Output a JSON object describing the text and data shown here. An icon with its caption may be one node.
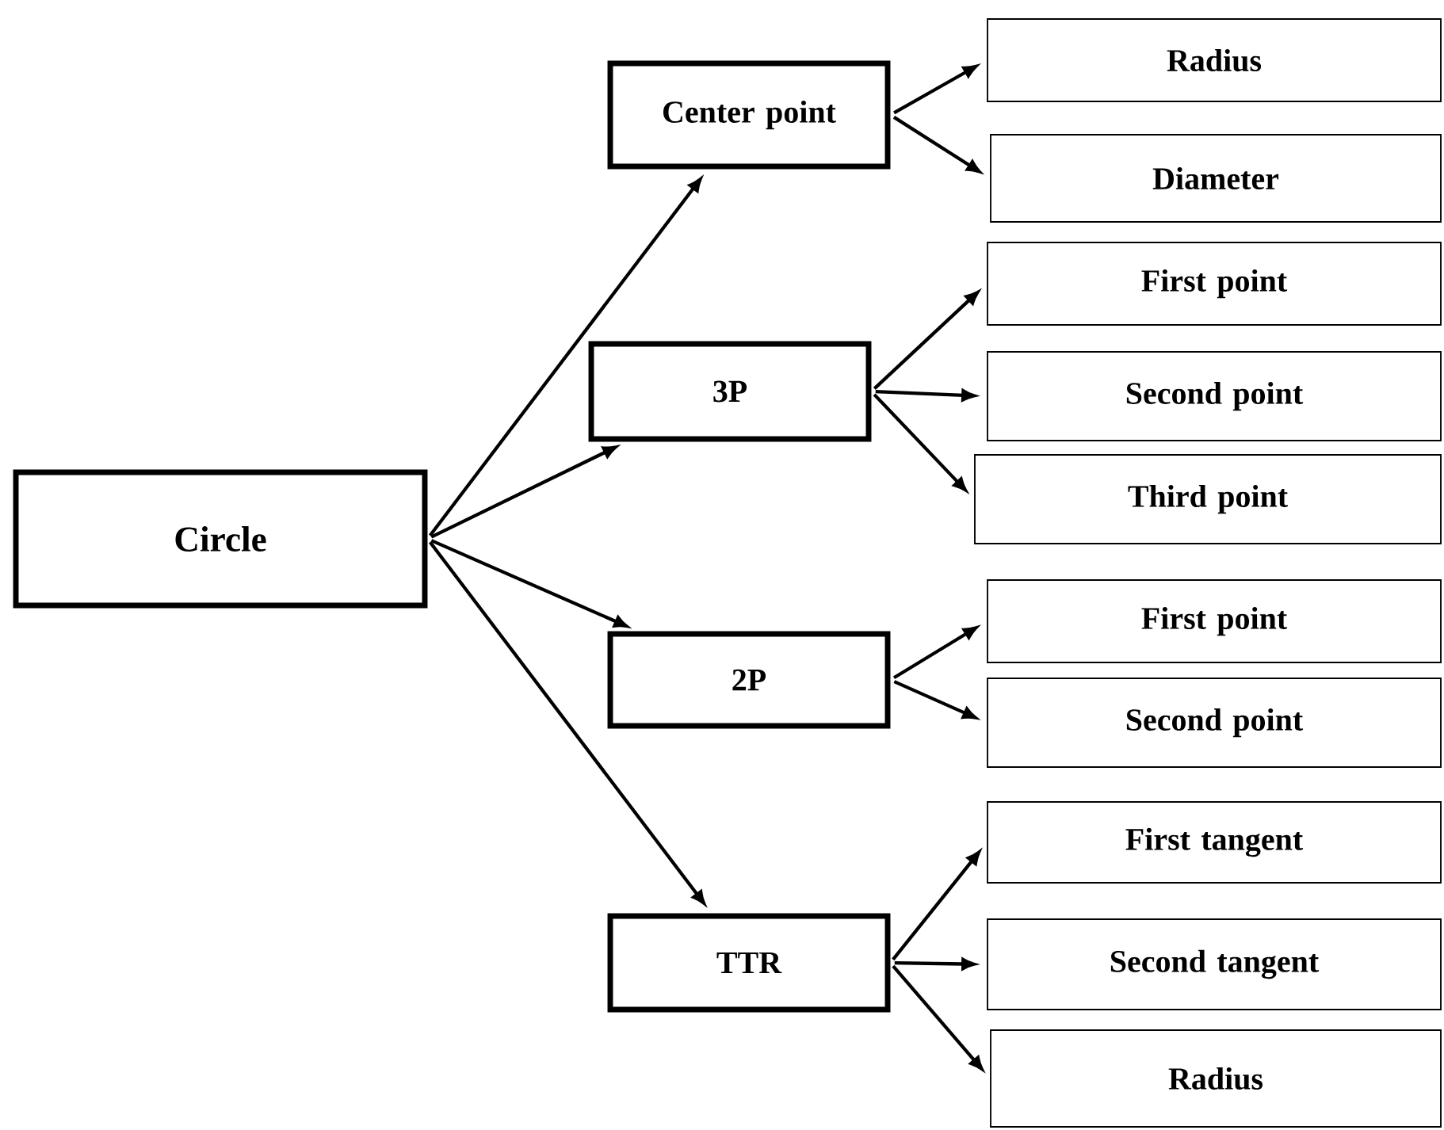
{
  "diagram": {
    "nodes": [
      {
        "text": [
          "Circle"
        ]
      },
      {
        "text": [
          "Center point"
        ]
      },
      {
        "text": [
          "3P"
        ]
      },
      {
        "text": [
          "2P"
        ]
      },
      {
        "text": [
          "TTR"
        ]
      },
      {
        "text": [
          "Radius"
        ]
      },
      {
        "text": [
          "Diameter"
        ]
      },
      {
        "text": [
          "First point"
        ]
      },
      {
        "text": [
          "Second point"
        ]
      },
      {
        "text": [
          "Third point"
        ]
      },
      {
        "text": [
          "First point"
        ]
      },
      {
        "text": [
          "Second point"
        ]
      },
      {
        "text": [
          "First tangent"
        ]
      },
      {
        "text": [
          "Second tangent"
        ]
      },
      {
        "text": [
          "Radius"
        ]
      }
    ],
    "edges": [
      {
        "from": 0,
        "to": 1,
        "arrow": "to"
      },
      {
        "from": 0,
        "to": 2,
        "arrow": "to"
      },
      {
        "from": 0,
        "to": 3,
        "arrow": "to"
      },
      {
        "from": 0,
        "to": 4,
        "arrow": "to"
      },
      {
        "from": 1,
        "to": 5,
        "arrow": "to"
      },
      {
        "from": 1,
        "to": 6,
        "arrow": "to"
      },
      {
        "from": 2,
        "to": 7,
        "arrow": "to"
      },
      {
        "from": 2,
        "to": 8,
        "arrow": "to"
      },
      {
        "from": 2,
        "to": 9,
        "arrow": "to"
      },
      {
        "from": 3,
        "to": 10,
        "arrow": "to"
      },
      {
        "from": 3,
        "to": 11,
        "arrow": "to"
      },
      {
        "from": 4,
        "to": 12,
        "arrow": "to"
      },
      {
        "from": 4,
        "to": 13,
        "arrow": "to"
      },
      {
        "from": 4,
        "to": 14,
        "arrow": "to"
      }
    ]
  }
}
